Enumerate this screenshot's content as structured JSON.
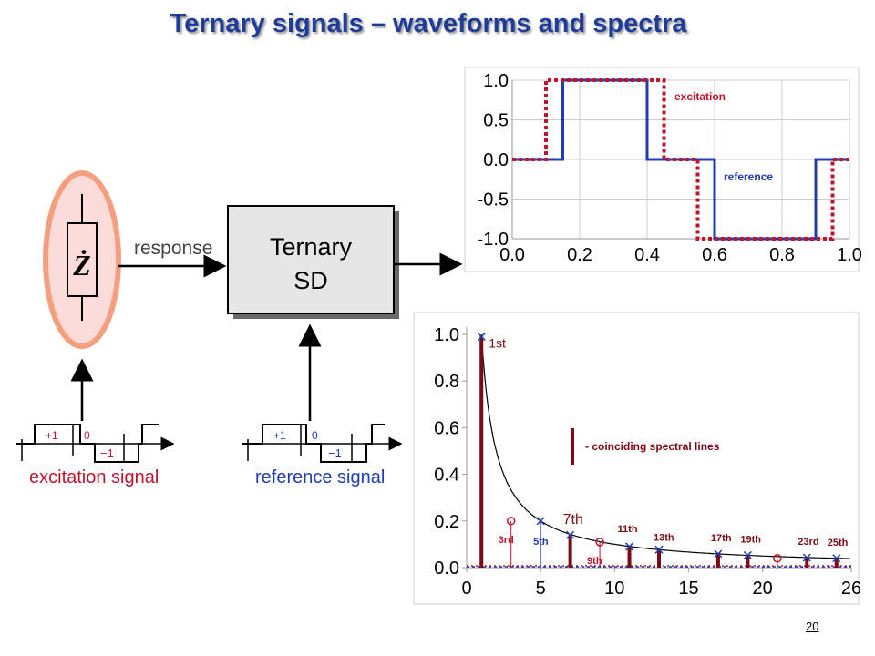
{
  "title": "Ternary signals – waveforms and spectra",
  "slide_number": "20",
  "diagram": {
    "impedance_symbol": "Ż",
    "response_label": "response",
    "block_line1": "Ternary",
    "block_line2": "SD",
    "excitation": {
      "plus": "+1",
      "zero": "0",
      "minus": "−1",
      "caption": "excitation signal"
    },
    "reference": {
      "plus": "+1",
      "zero": "0",
      "minus": "−1",
      "caption": "reference signal"
    }
  },
  "colors": {
    "title": "#1f3c9a",
    "excitation": "#c0152f",
    "reference": "#1f3cb0",
    "spectrum": "#7a0b14",
    "ellipse_fill": "#fadbd8",
    "ellipse_stroke": "#f4a080",
    "block_fill": "#e6e6e6"
  },
  "chart_data": [
    {
      "type": "line",
      "x_ticks": [
        "0.0",
        "0.2",
        "0.4",
        "0.6",
        "0.8",
        "1.0"
      ],
      "y_ticks": [
        "1.0",
        "0.5",
        "0.0",
        "-0.5",
        "-1.0"
      ],
      "xlim": [
        0,
        1
      ],
      "ylim": [
        -1,
        1
      ],
      "series": [
        {
          "name": "excitation",
          "style": "dotted",
          "x": [
            0,
            0.1,
            0.1,
            0.45,
            0.45,
            0.55,
            0.55,
            0.95,
            0.95,
            1.0
          ],
          "y": [
            0,
            0,
            1,
            1,
            0,
            0,
            -1,
            -1,
            0,
            0
          ]
        },
        {
          "name": "reference",
          "style": "solid",
          "x": [
            0,
            0.15,
            0.15,
            0.4,
            0.4,
            0.6,
            0.6,
            0.9,
            0.9,
            1.0
          ],
          "y": [
            0,
            0,
            1,
            1,
            0,
            0,
            -1,
            -1,
            0,
            0
          ]
        }
      ]
    },
    {
      "type": "bar",
      "x_ticks": [
        "0",
        "5",
        "10",
        "15",
        "20",
        "26"
      ],
      "y_ticks": [
        "1.0",
        "0.8",
        "0.6",
        "0.4",
        "0.2",
        "0.0"
      ],
      "xlim": [
        0,
        26
      ],
      "ylim": [
        0,
        1
      ],
      "annotation": "- coinciding spectral lines",
      "coinciding_lines": [
        {
          "label": "1st",
          "x": 1,
          "y": 0.99
        },
        {
          "label": "7th",
          "x": 7,
          "y": 0.14
        },
        {
          "label": "11th",
          "x": 11,
          "y": 0.09
        },
        {
          "label": "13th",
          "x": 13,
          "y": 0.077
        },
        {
          "label": "17th",
          "x": 17,
          "y": 0.059
        },
        {
          "label": "19th",
          "x": 19,
          "y": 0.053
        },
        {
          "label": "23rd",
          "x": 23,
          "y": 0.043
        },
        {
          "label": "25th",
          "x": 25,
          "y": 0.04
        }
      ],
      "excitation_only": [
        {
          "label": "3rd",
          "x": 3,
          "y": 0.2
        },
        {
          "label": "9th",
          "x": 9,
          "y": 0.11
        },
        {
          "x": 21,
          "y": 0.04
        }
      ],
      "reference_only": [
        {
          "label": "5th",
          "x": 5,
          "y": 0.2
        }
      ],
      "envelope": {
        "label": "1/n",
        "x": [
          1,
          26
        ],
        "note": "curve y = 1/x"
      }
    }
  ]
}
